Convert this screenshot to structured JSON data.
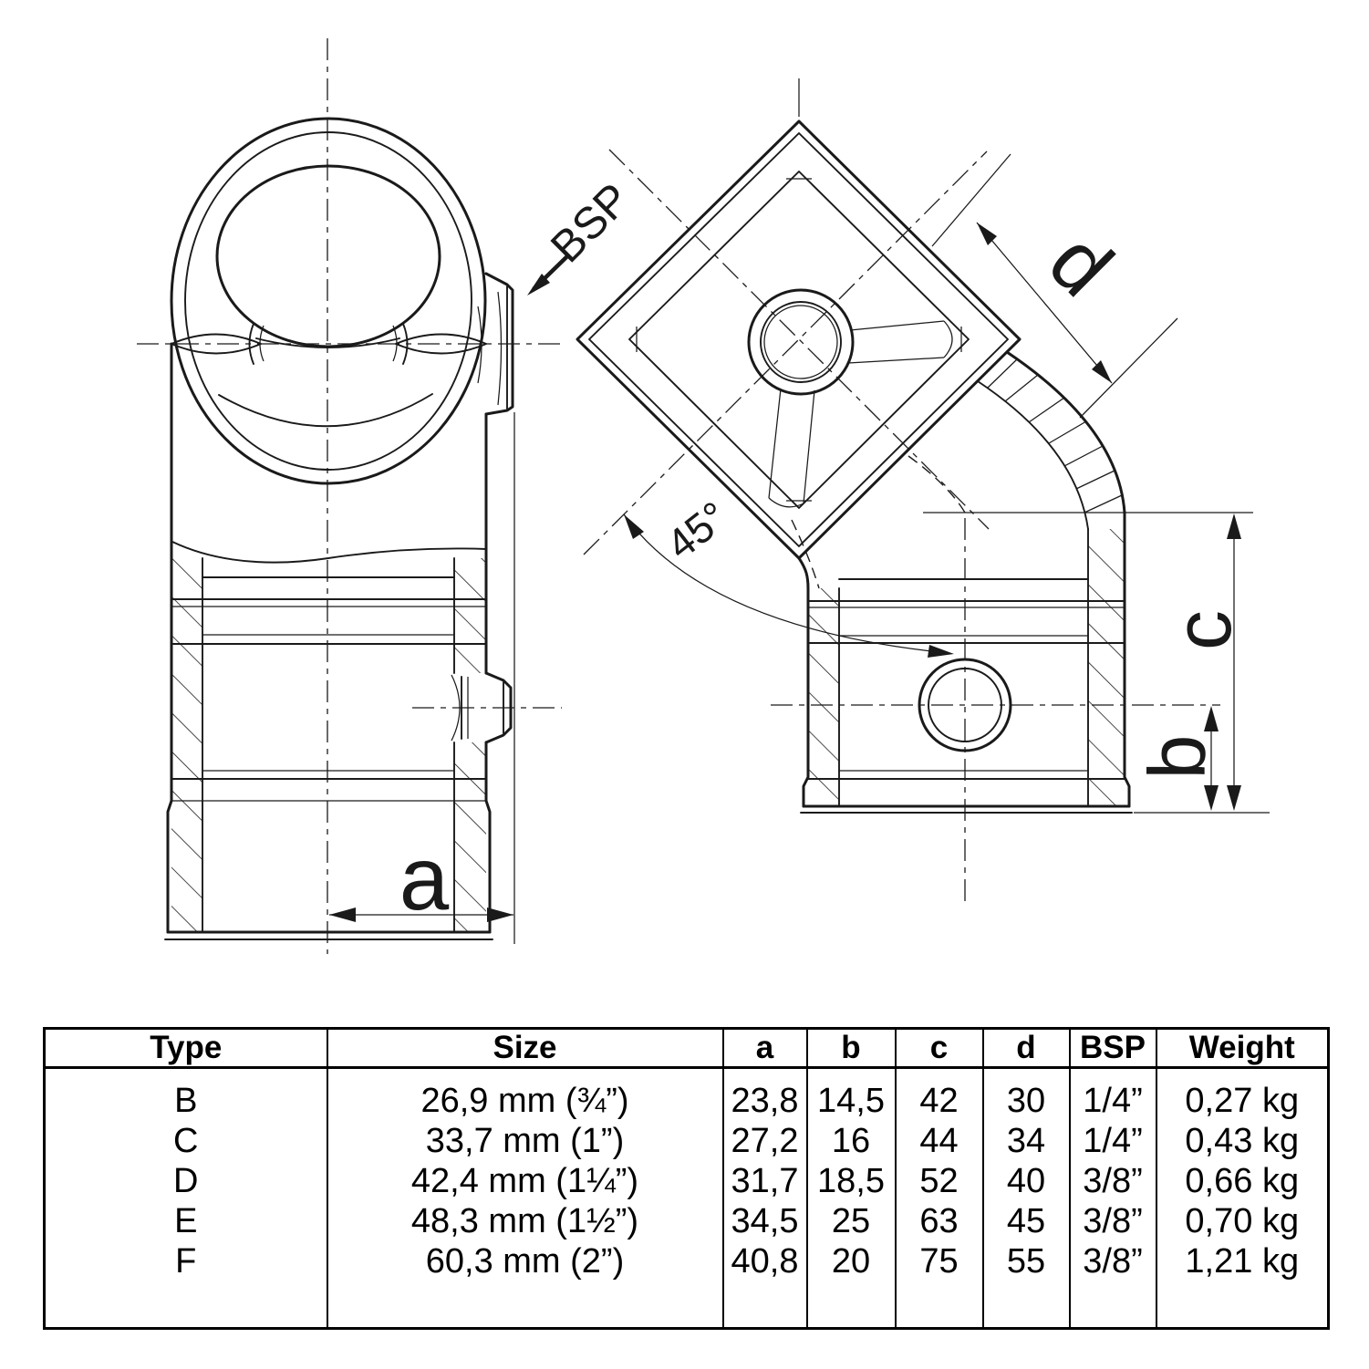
{
  "figure": {
    "line_color": "#1a1a1a",
    "background": "#ffffff",
    "labels": {
      "bsp_callout": "BSP",
      "angle_callout": "45°",
      "dim_a": "a",
      "dim_b": "b",
      "dim_c": "c",
      "dim_d": "d"
    }
  },
  "table": {
    "headers": {
      "type": "Type",
      "size": "Size",
      "a": "a",
      "b": "b",
      "c": "c",
      "d": "d",
      "bsp": "BSP",
      "weight": "Weight"
    },
    "rows": [
      {
        "type": "B",
        "size": "26,9 mm (¾”)",
        "a": "23,8",
        "b": "14,5",
        "c": "42",
        "d": "30",
        "bsp": "1/4”",
        "weight": "0,27 kg"
      },
      {
        "type": "C",
        "size": "33,7 mm (1”)",
        "a": "27,2",
        "b": "16",
        "c": "44",
        "d": "34",
        "bsp": "1/4”",
        "weight": "0,43 kg"
      },
      {
        "type": "D",
        "size": "42,4 mm (1¼”)",
        "a": "31,7",
        "b": "18,5",
        "c": "52",
        "d": "40",
        "bsp": "3/8”",
        "weight": "0,66 kg"
      },
      {
        "type": "E",
        "size": "48,3 mm (1½”)",
        "a": "34,5",
        "b": "25",
        "c": "63",
        "d": "45",
        "bsp": "3/8”",
        "weight": "0,70 kg"
      },
      {
        "type": "F",
        "size": "60,3 mm (2”)",
        "a": "40,8",
        "b": "20",
        "c": "75",
        "d": "55",
        "bsp": "3/8”",
        "weight": "1,21 kg"
      }
    ]
  }
}
